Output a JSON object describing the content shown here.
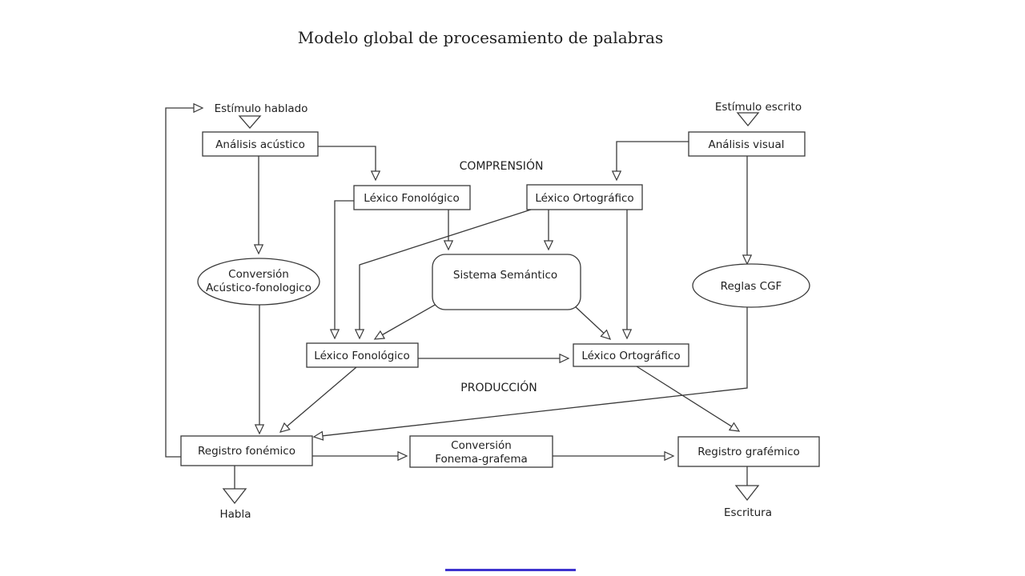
{
  "title": "Modelo global de procesamiento de palabras",
  "sections": {
    "comprension": "COMPRENSIÓN",
    "produccion": "PRODUCCIÓN"
  },
  "inputs": {
    "spoken": "Estímulo hablado",
    "written": "Estímulo escrito"
  },
  "boxes": {
    "analisis_acustico": "Análisis acústico",
    "analisis_visual": "Análisis visual",
    "lexico_fonologico_comprension": "Léxico Fonológico",
    "lexico_ortografico_comprension": "Léxico Ortográfico",
    "lexico_fonologico_produccion": "Léxico Fonológico",
    "lexico_ortografico_produccion": "Léxico Ortográfico",
    "registro_fonemico": "Registro fonémico",
    "registro_grafemico": "Registro grafémico",
    "conversion_fonema_grafema": {
      "line1": "Conversión",
      "line2": "Fonema-grafema"
    }
  },
  "ellipses": {
    "conversion_acustico_fonologico": {
      "line1": "Conversión",
      "line2": "Acústico-fonologico"
    },
    "sistema_semantico": "Sistema Semántico",
    "reglas_cgf": "Reglas CGF"
  },
  "outputs": {
    "habla": "Habla",
    "escritura": "Escritura"
  },
  "colors": {
    "title": "#4a2fe0",
    "line": "#3a3a3a",
    "text": "#1f1f1f",
    "accent_bar": "#3d33cf"
  }
}
